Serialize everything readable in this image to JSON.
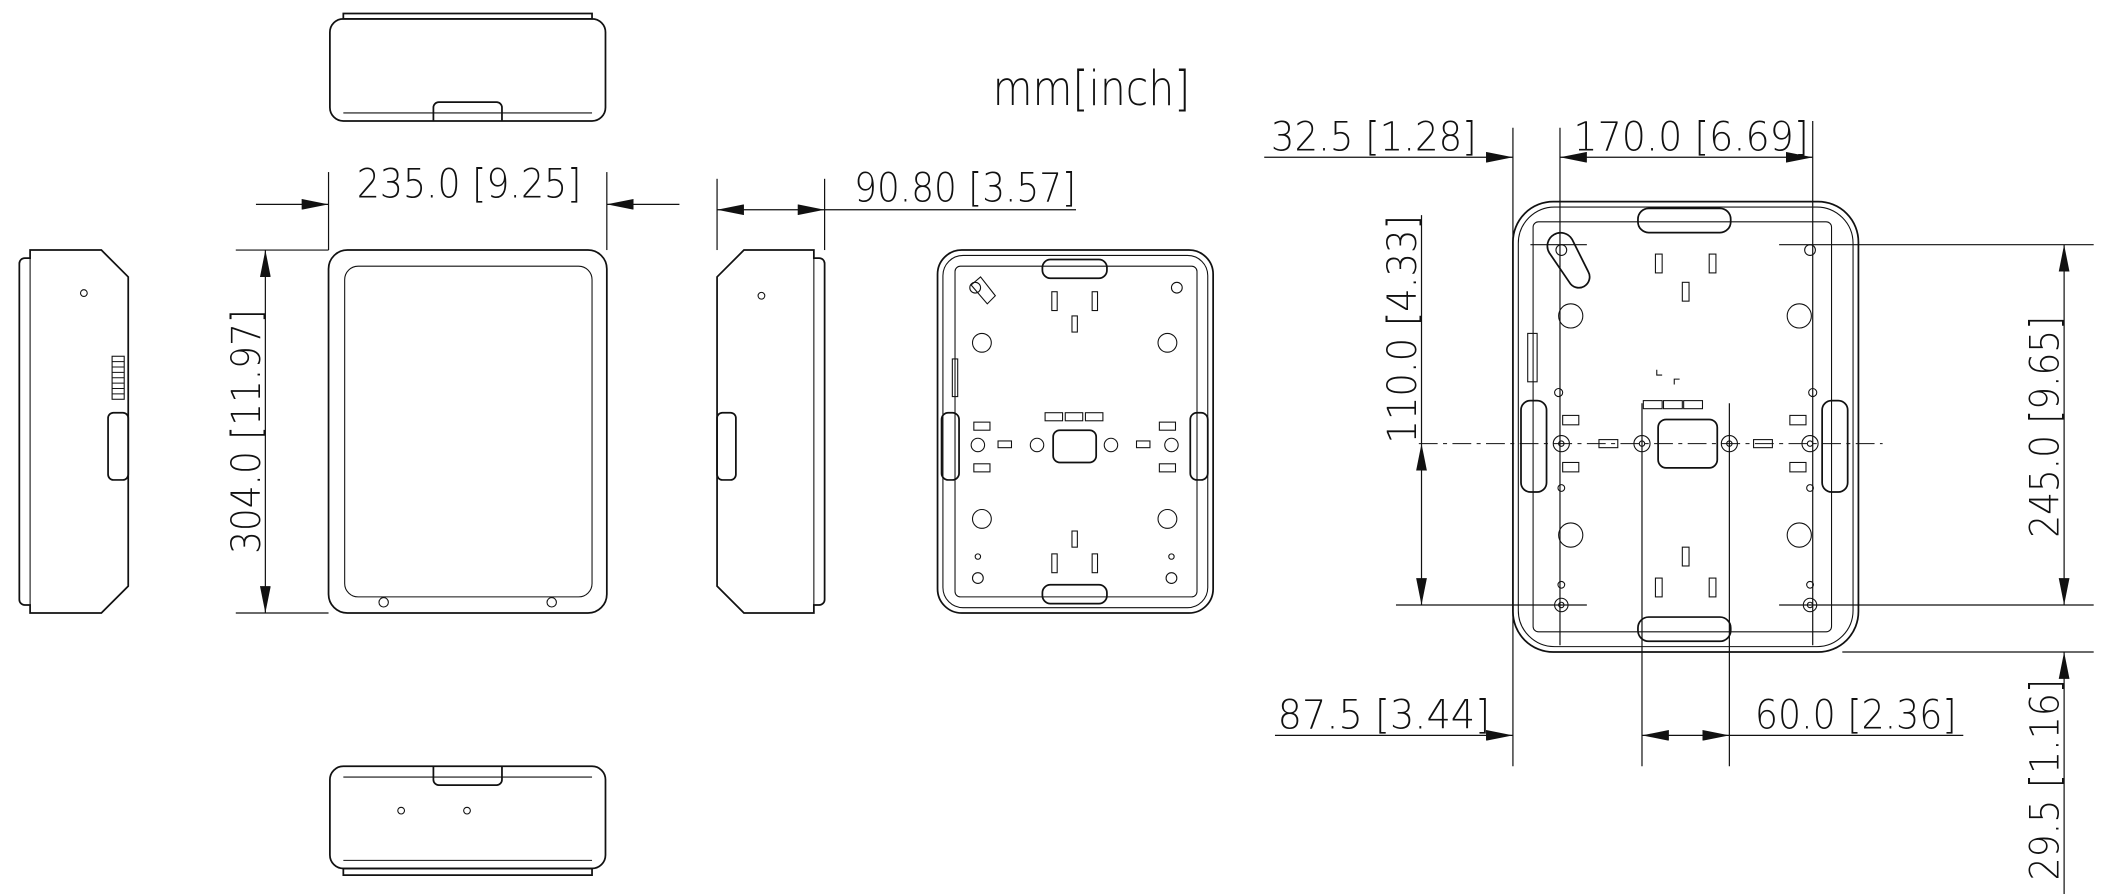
{
  "units_label": "mm[inch]",
  "dimensions": {
    "front_width": "235.0  [9.25]",
    "front_height": "304.0  [11.97]",
    "side_depth": "90.80  [3.57]",
    "left_offset": "32.5  [1.28]",
    "hole_spacing_h": "170.0  [6.69]",
    "upper_to_center": "110.0  [4.33]",
    "hole_spacing_v": "245.0  [9.65]",
    "bottom_offset": "29.5  [1.16]",
    "center_offset": "87.5  [3.44]",
    "center_spacing": "60.0  [2.36]"
  },
  "views": [
    "top-view",
    "front-view",
    "left-side-view",
    "right-side-view",
    "back-view",
    "bottom-view",
    "mounting-detail-view"
  ]
}
